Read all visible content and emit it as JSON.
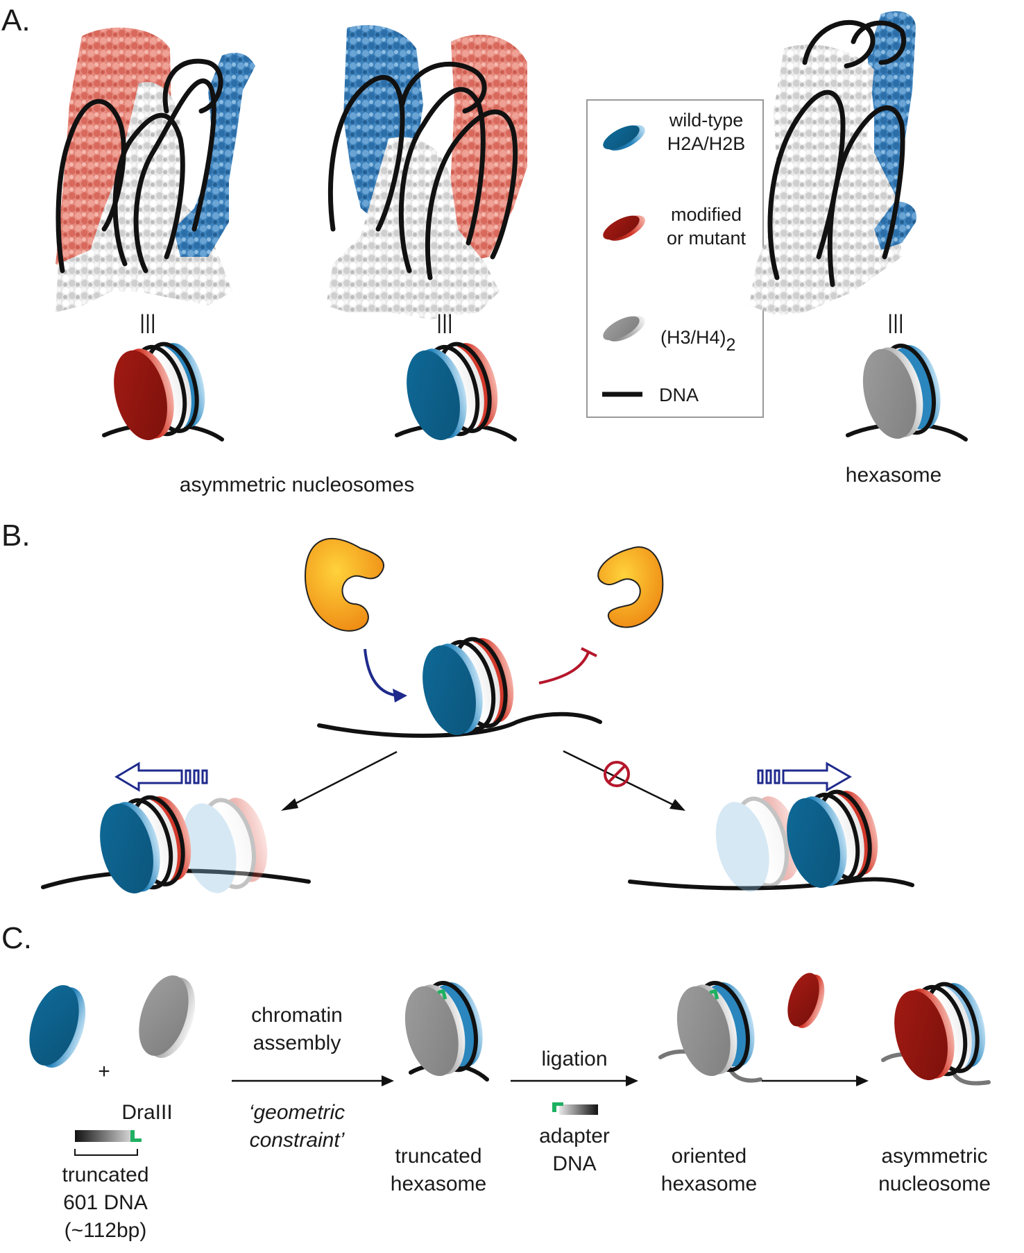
{
  "panels": {
    "a": {
      "label": "A.",
      "equiv_symbol": "|||",
      "caption_asymmetric": "asymmetric nucleosomes",
      "caption_hexasome": "hexasome",
      "legend": {
        "wildtype_line1": "wild-type",
        "wildtype_line2": "H2A/H2B",
        "modified_line1": "modified",
        "modified_line2": "or mutant",
        "h3h4_main": "(H3/H4)",
        "h3h4_sub": "2",
        "dna": "DNA"
      }
    },
    "b": {
      "label": "B."
    },
    "c": {
      "label": "C.",
      "plus": "+",
      "draiii": "DraIII",
      "truncated_dna_line1": "truncated",
      "truncated_dna_line2": "601 DNA",
      "truncated_dna_line3": "(~112bp)",
      "step1_line1": "chromatin",
      "step1_line2": "assembly",
      "step1_italic_line1": "‘geometric",
      "step1_italic_line2": "constraint’",
      "truncated_hexasome_line1": "truncated",
      "truncated_hexasome_line2": "hexasome",
      "step2": "ligation",
      "adapter_line1": "adapter",
      "adapter_line2": "DNA",
      "oriented_line1": "oriented",
      "oriented_line2": "hexasome",
      "asym_line1": "asymmetric",
      "asym_line2": "nucleosome"
    }
  },
  "colors": {
    "wildtype": "#2f7fb3",
    "modified": "#d9483a",
    "h3h4": "#9a9a9a",
    "salmon_surface": "#e17f72",
    "blue_surface": "#4b8ac2",
    "enzyme": "#f0a21a",
    "arrow_blue": "#1f2a8c",
    "inhibit_red": "#b5162b"
  }
}
